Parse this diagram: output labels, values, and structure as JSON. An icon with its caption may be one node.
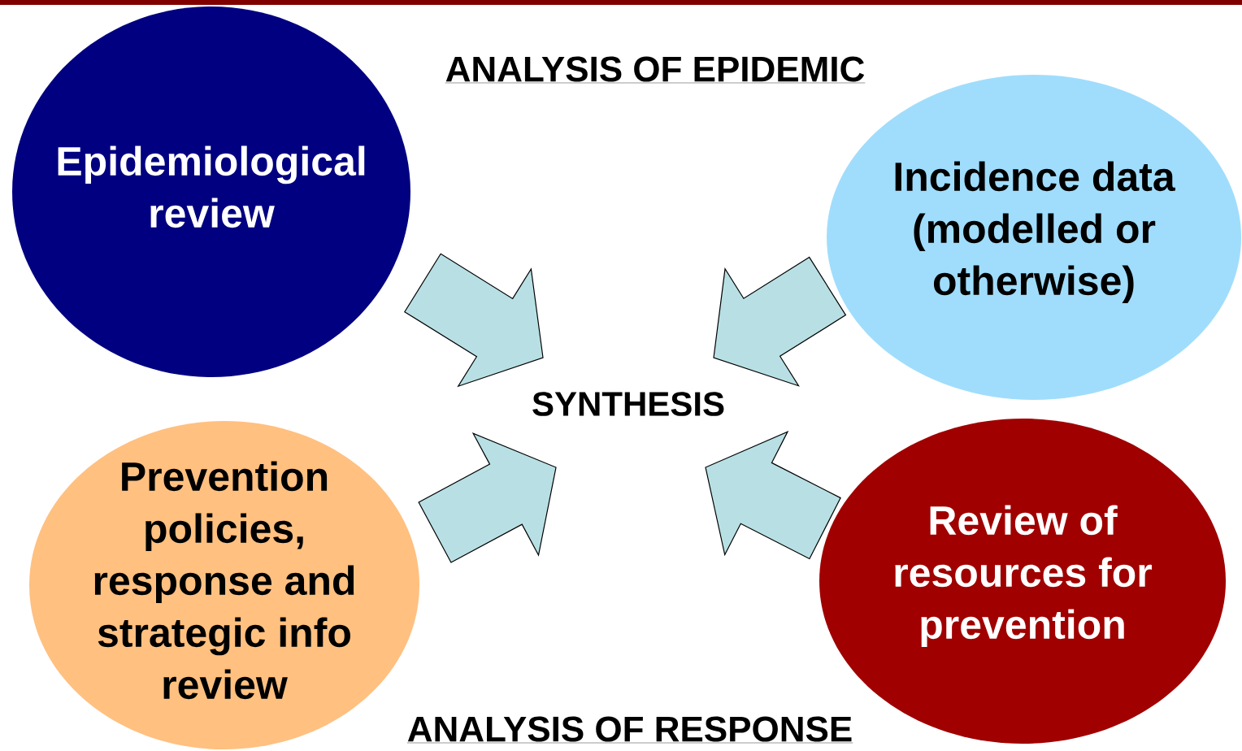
{
  "diagram": {
    "nodes": [
      {
        "text": [
          "Epidemiological review"
        ]
      },
      {
        "text": [
          "Incidence data (modelled or otherwise)"
        ]
      },
      {
        "text": [
          "SYNTHESIS"
        ]
      },
      {
        "text": [
          "Prevention policies, response and strategic info review"
        ]
      },
      {
        "text": [
          "Review of resources for prevention"
        ]
      }
    ],
    "edges": [
      {
        "from": 0,
        "to": 2,
        "arrow": "to"
      },
      {
        "from": 1,
        "to": 2,
        "arrow": "to"
      },
      {
        "from": 3,
        "to": 2,
        "arrow": "to"
      },
      {
        "from": 4,
        "to": 2,
        "arrow": "to"
      }
    ],
    "labels": [
      "ANALYSIS OF EPIDEMIC",
      "ANALYSIS OF RESPONSE"
    ]
  }
}
